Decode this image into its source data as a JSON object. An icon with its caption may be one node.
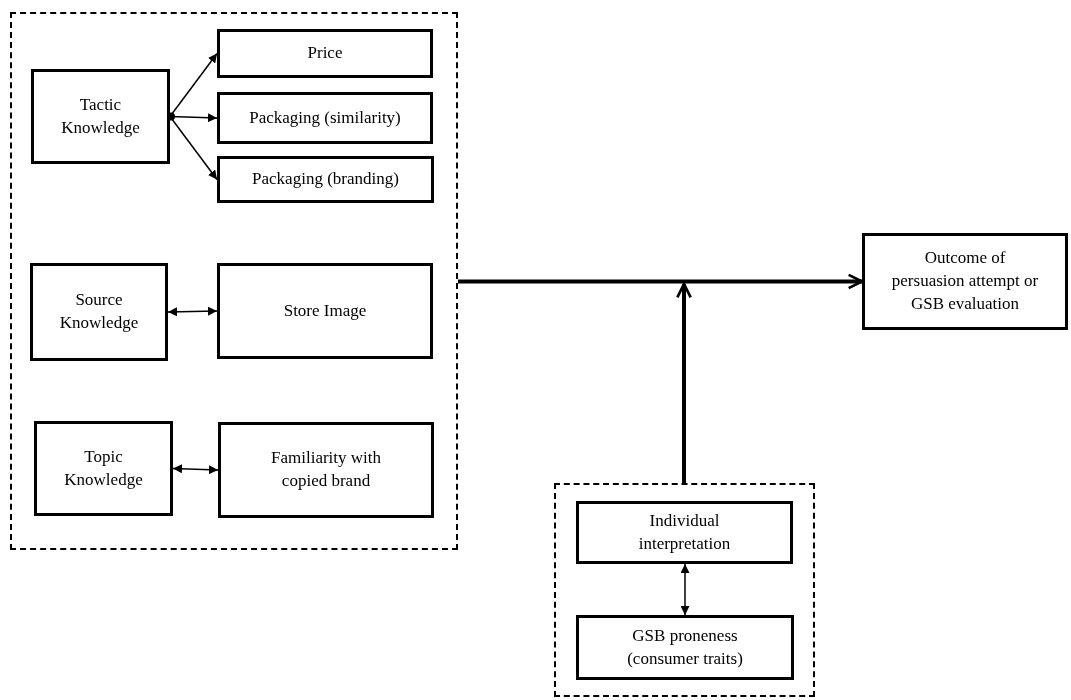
{
  "diagram": {
    "nodes": [
      {
        "text": [],
        "shape": "box"
      },
      {
        "text": [
          "Tactic Knowledge"
        ],
        "in": 0
      },
      {
        "text": [
          "Price"
        ],
        "in": 0
      },
      {
        "text": [
          "Packaging (similarity)"
        ],
        "in": 0
      },
      {
        "text": [
          "Packaging (branding)"
        ],
        "in": 0
      },
      {
        "text": [
          "Source Knowledge"
        ],
        "in": 0
      },
      {
        "text": [
          "Store Image"
        ],
        "in": 0
      },
      {
        "text": [
          "Topic Knowledge"
        ],
        "in": 0
      },
      {
        "text": [
          "Familiarity with copied brand"
        ],
        "in": 0
      },
      {
        "text": [
          "Outcome of persuasion attempt or GSB evaluation"
        ]
      },
      {
        "text": [],
        "shape": "box"
      },
      {
        "text": [
          "Individual interpretation"
        ],
        "in": 10
      },
      {
        "text": [
          "GSB proneness (consumer traits)"
        ],
        "in": 10
      }
    ],
    "edges": [
      {
        "from": 1,
        "to": 2,
        "arrow": "to"
      },
      {
        "from": 1,
        "to": 3,
        "arrow": "to"
      },
      {
        "from": 1,
        "to": 4,
        "arrow": "to"
      },
      {
        "from": 5,
        "to": 6,
        "arrow": "both"
      },
      {
        "from": 7,
        "to": 8,
        "arrow": "both"
      },
      {
        "from": 11,
        "to": 12,
        "arrow": "both"
      },
      {
        "from": 0,
        "to": 9,
        "arrow": "to",
        "style": "thick"
      },
      {
        "from": 10,
        "to": null,
        "arrow": "to",
        "style": "thick"
      }
    ]
  }
}
